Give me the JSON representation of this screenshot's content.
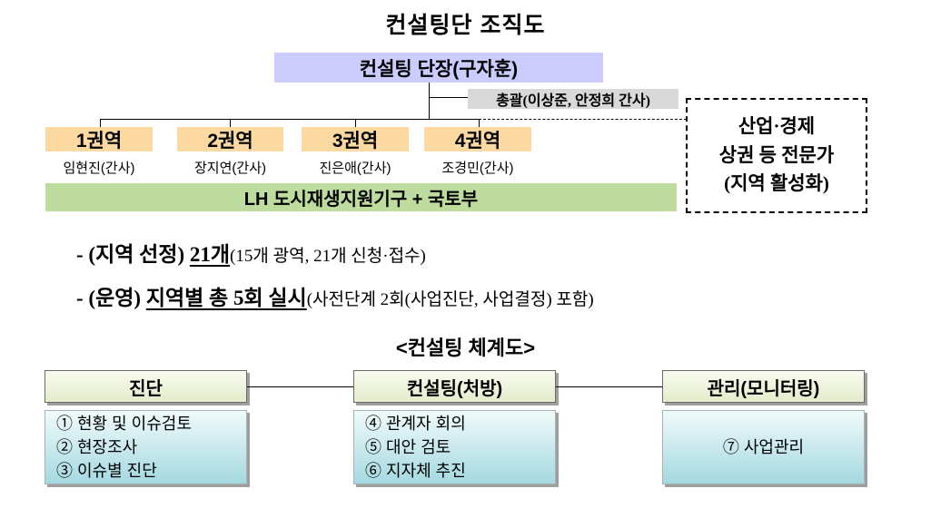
{
  "page": {
    "title": "컨설팅단 조직도",
    "subtitle": "<컨설팅 체계도>"
  },
  "org_chart": {
    "leader": "컨설팅 단장(구자훈)",
    "coordinator": "총괄(이상준, 안정희 간사)",
    "regions": [
      {
        "label": "1권역",
        "manager": "임현진(간사)"
      },
      {
        "label": "2권역",
        "manager": "장지연(간사)"
      },
      {
        "label": "3권역",
        "manager": "진은애(간사)"
      },
      {
        "label": "4권역",
        "manager": "조경민(간사)"
      }
    ],
    "support": "LH 도시재생지원기구 + 국토부",
    "experts": {
      "line1": "산업·경제",
      "line2": "상권 등 전문가",
      "line3": "(지역 활성화)"
    }
  },
  "bullets": [
    {
      "prefix": "- (지역 선정) ",
      "emphasis": "21개",
      "detail": "(15개 광역, 21개 신청·접수)"
    },
    {
      "prefix": "- (운영) ",
      "emphasis": "지역별 총 5회 실시",
      "detail": "(사전단계 2회(사업진단, 사업결정) 포함)"
    }
  ],
  "process": {
    "columns": [
      {
        "header": "진단",
        "items": [
          "① 현황 및 이슈검토",
          "② 현장조사",
          "③ 이슈별 진단"
        ]
      },
      {
        "header": "컨설팅(처방)",
        "items": [
          "④ 관계자 회의",
          "⑤ 대안 검토",
          "⑥ 지자체 추진"
        ]
      },
      {
        "header": "관리(모니터링)",
        "items": [
          "⑦ 사업관리"
        ]
      }
    ]
  },
  "colors": {
    "leader_box": "#ccccff",
    "coordinator_box": "#d9d9d9",
    "region_box": "#fbd9a1",
    "support_box": "#bedc9e",
    "header_gradient_top": "#f9fcf0",
    "header_gradient_bottom": "#e3ecca",
    "body_gradient_top": "#f0fafa",
    "body_gradient_bottom": "#a4d9e1",
    "line": "#000000"
  }
}
